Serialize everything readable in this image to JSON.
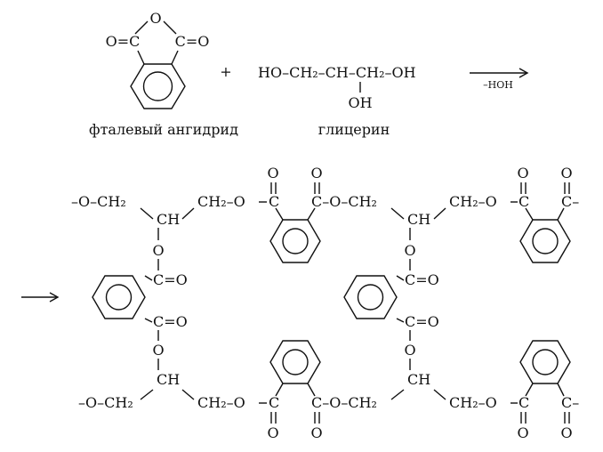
{
  "reaction": {
    "phthalic_anhydride": {
      "carbonyl_o_left": "O=C",
      "carbonyl_o_right": "C=O",
      "bridge_o": "O",
      "caption": "фталевый ангидрид"
    },
    "plus_sign": "+",
    "glycerol": {
      "chain": "HO–CH₂–CH–CH₂–OH",
      "oh_branch": "OH",
      "caption": "глицерин"
    },
    "arrow_condition": "–HOH",
    "product_arrow": "⟶"
  },
  "polymer": {
    "atoms": {
      "o": "O",
      "c": "C",
      "ch": "CH",
      "ch2": "CH₂",
      "o_ch2": "–O–CH₂",
      "ch2_o": "CH₂–O",
      "c_o_ch2": "C–O–CH₂",
      "c_eq_o": "C=O",
      "c_dash": "C–"
    }
  },
  "colors": {
    "ink": "#111111",
    "background": "#ffffff"
  }
}
